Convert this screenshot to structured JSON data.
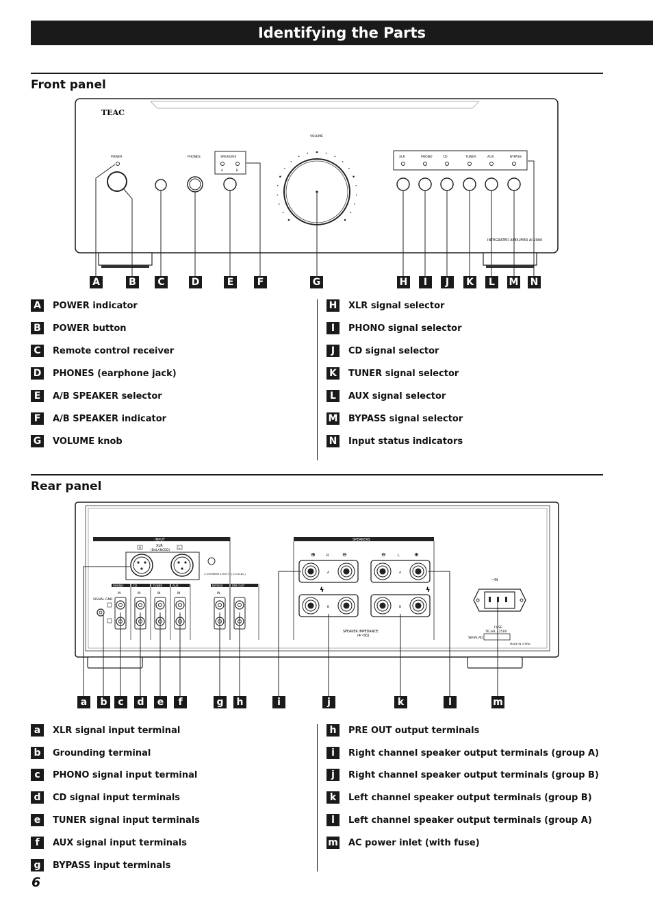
{
  "page": {
    "title": "Identifying the Parts",
    "page_number": "6"
  },
  "front": {
    "heading": "Front panel",
    "panel": {
      "brand": "TEAC",
      "power_label": "POWER",
      "phones_label": "PHONES",
      "speakers_label": "SPEAKERS",
      "speakers_a": "A",
      "speakers_b": "B",
      "volume_label": "VOLUME",
      "inputs": [
        "XLR",
        "PHONO",
        "CD",
        "TUNER",
        "AUX",
        "BYPASS"
      ],
      "model_text": "INTEGRATED AMPLIFIER AI-2000"
    },
    "callouts": [
      "A",
      "B",
      "C",
      "D",
      "E",
      "F",
      "G",
      "H",
      "I",
      "J",
      "K",
      "L",
      "M",
      "N"
    ],
    "legend_left": [
      {
        "tag": "A",
        "label": "POWER indicator"
      },
      {
        "tag": "B",
        "label": "POWER button"
      },
      {
        "tag": "C",
        "label": "Remote control receiver"
      },
      {
        "tag": "D",
        "label": "PHONES (earphone jack)"
      },
      {
        "tag": "E",
        "label": "A/B SPEAKER selector"
      },
      {
        "tag": "F",
        "label": "A/B SPEAKER indicator"
      },
      {
        "tag": "G",
        "label": "VOLUME knob"
      }
    ],
    "legend_right": [
      {
        "tag": "H",
        "label": "XLR signal selector"
      },
      {
        "tag": "I",
        "label": "PHONO signal selector"
      },
      {
        "tag": "J",
        "label": "CD signal selector"
      },
      {
        "tag": "K",
        "label": "TUNER signal selector"
      },
      {
        "tag": "L",
        "label": "AUX signal selector"
      },
      {
        "tag": "M",
        "label": "BYPASS signal selector"
      },
      {
        "tag": "N",
        "label": "Input status indicators"
      }
    ]
  },
  "rear": {
    "heading": "Rear panel",
    "panel": {
      "input_label": "INPUT",
      "xlr_label": "XLR",
      "balanced_label": "(BALANCED)",
      "r": "R",
      "l": "L",
      "pin_note": "1:COMMON 2:HOT(+) 3:COLD(-)",
      "signal_gnd": "SIGNAL GND",
      "groups": [
        "PHONO",
        "CD",
        "TUNER",
        "AUX",
        "BYPASS",
        "PRE OUT"
      ],
      "in_label": "IN",
      "speakers_label": "SPEAKERS",
      "speaker_a": "A",
      "speaker_b": "B",
      "impedance": "SPEAKER IMPEDANCE",
      "impedance_value": "(4~8Ω)",
      "ac_in": "~IN",
      "fuse": "FUSE",
      "fuse_rating": "T6.3AL / 250V",
      "serial": "SERIAL NO.",
      "made_in": "MADE IN CHINA"
    },
    "callouts": [
      "a",
      "b",
      "c",
      "d",
      "e",
      "f",
      "g",
      "h",
      "i",
      "j",
      "k",
      "l",
      "m"
    ],
    "legend_left": [
      {
        "tag": "a",
        "label": "XLR signal input terminal"
      },
      {
        "tag": "b",
        "label": "Grounding terminal"
      },
      {
        "tag": "c",
        "label": "PHONO signal input terminal"
      },
      {
        "tag": "d",
        "label": "CD signal input terminals"
      },
      {
        "tag": "e",
        "label": "TUNER signal input terminals"
      },
      {
        "tag": "f",
        "label": "AUX signal input terminals"
      },
      {
        "tag": "g",
        "label": "BYPASS input terminals"
      }
    ],
    "legend_right": [
      {
        "tag": "h",
        "label": "PRE OUT output terminals"
      },
      {
        "tag": "i",
        "label": "Right channel speaker output terminals (group A)"
      },
      {
        "tag": "j",
        "label": "Right channel speaker output terminals (group B)"
      },
      {
        "tag": "k",
        "label": "Left channel speaker output terminals (group B)"
      },
      {
        "tag": "l",
        "label": "Left channel speaker output terminals (group A)"
      },
      {
        "tag": "m",
        "label": "AC power inlet (with fuse)"
      }
    ]
  }
}
